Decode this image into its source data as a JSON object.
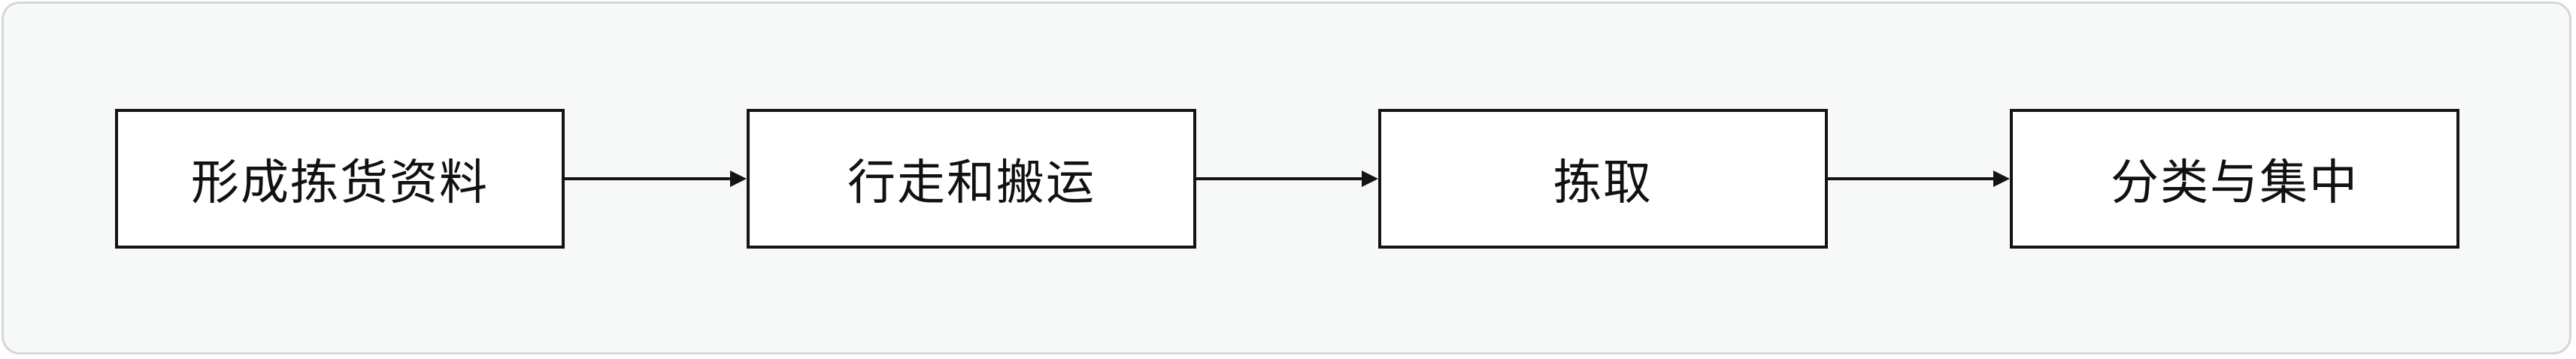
{
  "diagram": {
    "nodes": [
      {
        "id": "n1",
        "label": "形成拣货资料"
      },
      {
        "id": "n2",
        "label": "行走和搬运"
      },
      {
        "id": "n3",
        "label": "拣取"
      },
      {
        "id": "n4",
        "label": "分类与集中"
      }
    ],
    "edges": [
      {
        "from": "n1",
        "to": "n2"
      },
      {
        "from": "n2",
        "to": "n3"
      },
      {
        "from": "n3",
        "to": "n4"
      }
    ]
  }
}
